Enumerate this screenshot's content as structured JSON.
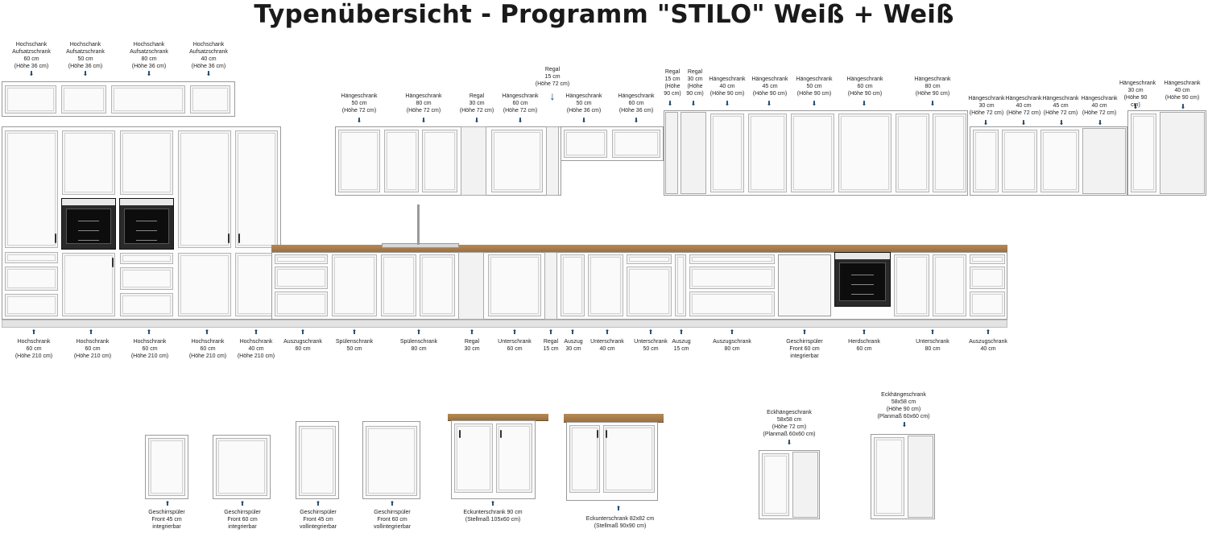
{
  "title": "Typenübersicht - Programm \"STILO\" Weiß + Weiß",
  "colors": {
    "arrow": "#17436a",
    "worktop": "#a87c48",
    "cabinet": "#fafafa"
  },
  "top_labels": [
    "Hochschank\nAufsatzschrank\n60 cm\n(Höhe 36 cm)",
    "Hochschank\nAufsatzschrank\n50 cm\n(Höhe 36 cm)",
    "Hochschank\nAufsatzschrank\n80 cm\n(Höhe 36 cm)",
    "Hochschank\nAufsatzschrank\n40 cm\n(Höhe 36 cm)",
    "Hängeschrank\n50 cm\n(Höhe 72 cm)",
    "Hängeschrank\n80 cm\n(Höhe 72 cm)",
    "Regal\n30 cm\n(Höhe 72 cm)",
    "Hängeschrank\n60 cm\n(Höhe 72 cm)",
    "Regal\n15 cm\n(Höhe 72 cm)",
    "Hängeschrank\n50 cm\n(Höhe 36 cm)",
    "Hängeschrank\n60 cm\n(Höhe 36 cm)",
    "Regal\n15 cm\n(Höhe\n90 cm)",
    "Regal\n30 cm\n(Höhe\n90 cm)",
    "Hängeschrank\n40 cm\n(Höhe 90 cm)",
    "Hängeschrank\n45 cm\n(Höhe 90 cm)",
    "Hängeschrank\n50 cm\n(Höhe 90 cm)",
    "Hängeschrank\n60 cm\n(Höhe 90 cm)",
    "Hängeschrank\n80 cm\n(Höhe 90 cm)",
    "Hängeschrank\n30 cm\n(Höhe 72 cm)",
    "Hängeschrank\n40 cm\n(Höhe 72 cm)",
    "Hängeschrank\n45 cm\n(Höhe 72 cm)",
    "Hängeschrank\n40 cm\n(Höhe 72 cm)",
    "Hängeschrank\n30 cm\n(Höhe 90 cm)",
    "Hängeschrank\n40 cm\n(Höhe 90 cm)"
  ],
  "bottom_labels": [
    "Hochschrank\n60 cm\n(Höhe 210 cm)",
    "Hochschrank\n60 cm\n(Höhe 210 cm)",
    "Hochschrank\n60 cm\n(Höhe 210 cm)",
    "Hochschrank\n60 cm\n(Höhe 210 cm)",
    "Hochschrank\n40 cm\n(Höhe 210 cm)",
    "Auszugschrank\n60 cm",
    "Spülenschrank\n50 cm",
    "Spülenschrank\n80 cm",
    "Regal\n30 cm",
    "Unterschrank\n60 cm",
    "Regal\n15 cm",
    "Auszug\n30 cm",
    "Unterschrank\n40 cm",
    "Unterschrank\n50 cm",
    "Auszug\n15 cm",
    "Auszugschrank\n80 cm",
    "Geschirrspüler\nFront 60 cm\nintegrierbar",
    "Herdschrank\n60 cm",
    "Unterschrank\n80 cm",
    "Auszugschrank\n40 cm"
  ],
  "extra_labels": [
    "Geschirrspüler\nFront 45 cm\nintegrierbar",
    "Geschirrspüler\nFront 60 cm\nintegrierbar",
    "Geschirrspüler\nFront 45 cm\nvollintegrierbar",
    "Geschirrspüler\nFront 60 cm\nvollintegrierbar",
    "Eckunterschrank 90 cm\n(Stellmaß 105x60 cm)",
    "Eckunterschrank 82x82 cm\n(Stellmaß 90x90 cm)",
    "Eckhängeschrank\n58x58 cm\n(Höhe 72 cm)\n(Planmaß 60x60 cm)",
    "Eckhängeschrank\n58x58 cm\n(Höhe 90 cm)\n(Planmaß 60x60 cm)"
  ]
}
